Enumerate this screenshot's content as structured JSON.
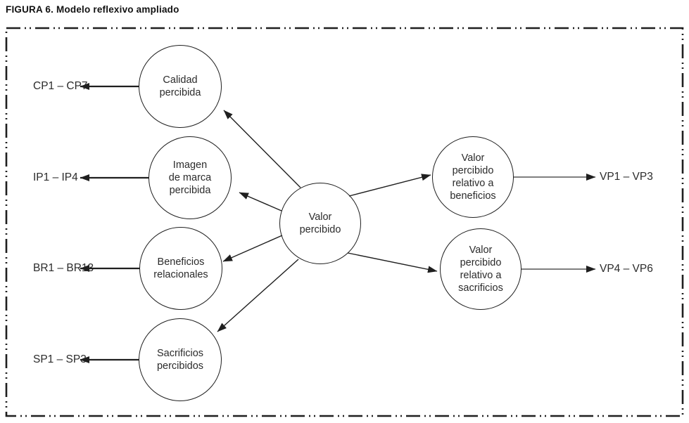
{
  "title": "FIGURA 6. Modelo reflexivo ampliado",
  "colors": {
    "ink": "#1f1f1f",
    "background": "#ffffff"
  },
  "nodes": {
    "calidad": "Calidad\npercibida",
    "imagen": "Imagen\nde marca\npercibida",
    "beneficios": "Beneficios\nrelacionales",
    "sacrificios": "Sacrificios\npercibidos",
    "valor": "Valor\npercibido",
    "vp_beneficios": "Valor\npercibido\nrelativo a\nbeneficios",
    "vp_sacrificios": "Valor\npercibido\nrelativo a\nsacrificios"
  },
  "indicators": {
    "cp": "CP1 – CP7",
    "ip": "IP1 – IP4",
    "br": "BR1 – BR13",
    "sp": "SP1 – SP3",
    "vp13": "VP1 – VP3",
    "vp46": "VP4 – VP6"
  }
}
